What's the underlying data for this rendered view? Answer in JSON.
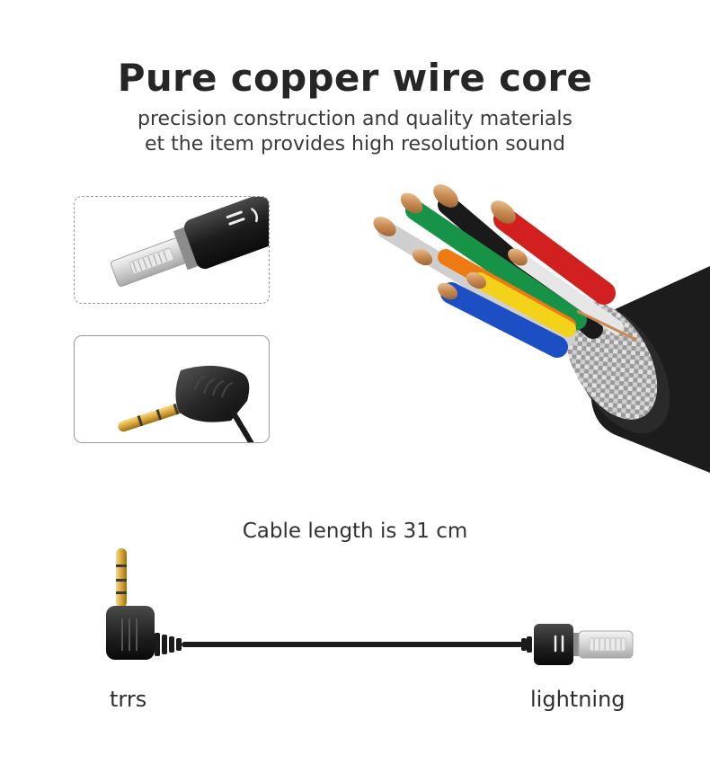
{
  "header": {
    "title": "Pure copper wire core",
    "subtitle_line1": "precision construction and quality materials",
    "subtitle_line2": "et the item provides high resolution sound"
  },
  "product": {
    "cable_length_text": "Cable length is  31 cm",
    "left_connector_label": "trrs",
    "right_connector_label": "lightning"
  },
  "colors": {
    "wire_red": "#d21f1f",
    "wire_green": "#169346",
    "wire_blue": "#1d4fc4",
    "wire_orange": "#f07a12",
    "wire_yellow": "#f3d21a",
    "wire_white": "#e6e6e6",
    "copper": "#c98a52",
    "jacket": "#1c1c1c"
  }
}
